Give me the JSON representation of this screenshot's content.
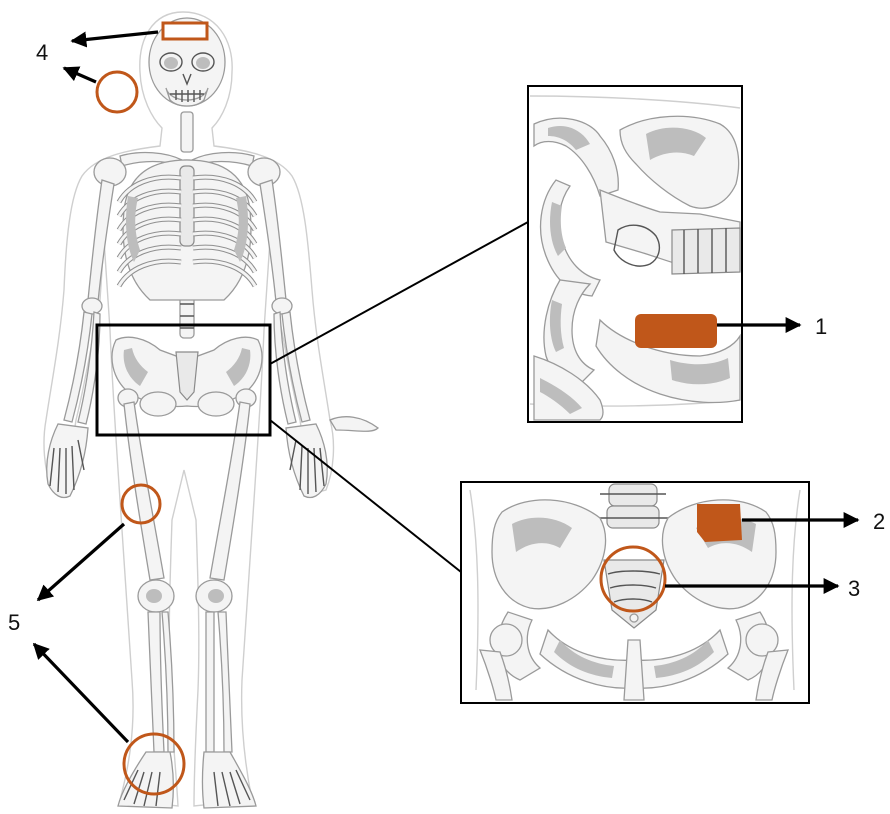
{
  "diagram": {
    "callouts": [
      {
        "number": "1"
      },
      {
        "number": "2"
      },
      {
        "number": "3"
      },
      {
        "number": "4"
      },
      {
        "number": "5"
      }
    ]
  },
  "colors": {
    "marker": "#c0571a",
    "outline": "#000000",
    "bone_shade": "#bdbdbd"
  }
}
